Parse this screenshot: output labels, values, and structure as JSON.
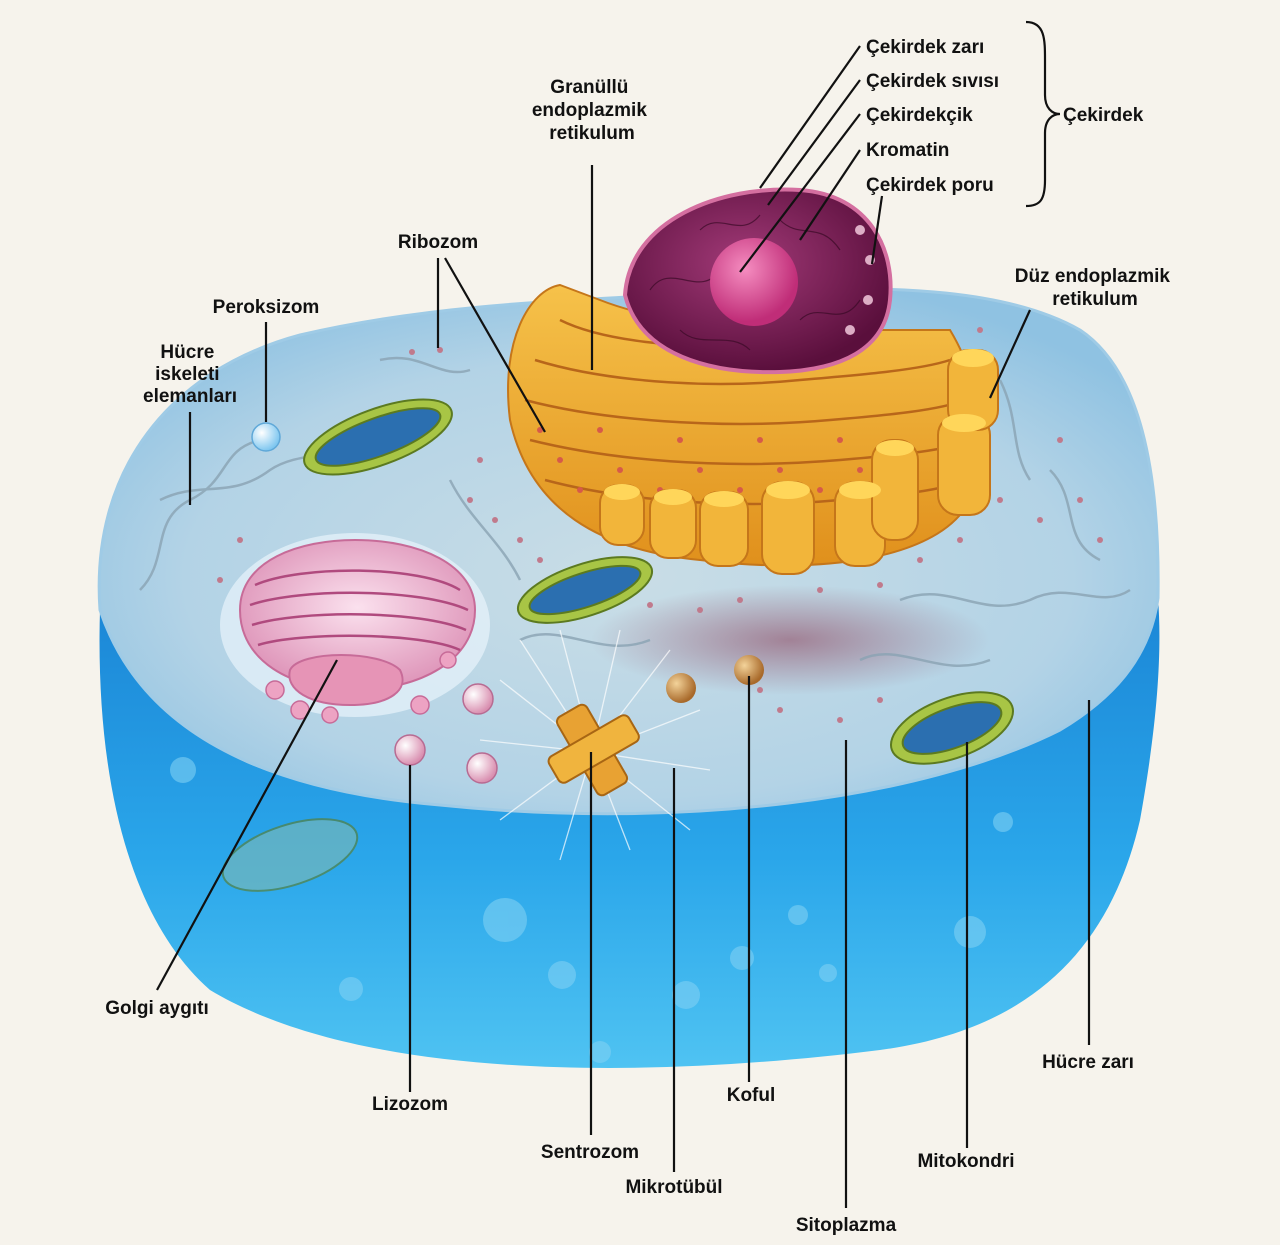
{
  "labels": {
    "cekirdek_zari": "Çekirdek zarı",
    "cekirdek_sivisi": "Çekirdek sıvısı",
    "cekirdekcik": "Çekirdekçik",
    "kromatin": "Kromatin",
    "cekirdek_poru": "Çekirdek poru",
    "cekirdek": "Çekirdek",
    "granullu_er": [
      "Granüllü",
      "endoplazmik",
      "retikulum"
    ],
    "duz_er": [
      "Düz endoplazmik",
      "retikulum"
    ],
    "ribozom": "Ribozom",
    "peroksizom": "Peroksizom",
    "hucre_iskeleti": [
      "Hücre",
      "iskeleti",
      "elemanları"
    ],
    "golgi": "Golgi aygıtı",
    "lizozom": "Lizozom",
    "sentrozom": "Sentrozom",
    "mikrotubul": "Mikrotübül",
    "koful": "Koful",
    "sitoplazma": "Sitoplazma",
    "mitokondri": "Mitokondri",
    "hucre_zari": "Hücre zarı"
  },
  "colors": {
    "background": "#f6f3ec",
    "membrane_blue": "#1f8fde",
    "cytoplasm": "#b9d8ea",
    "er_orange": "#f0a92a",
    "nucleus_purple": "#7b1f55",
    "nucleolus_pink": "#d9408e",
    "golgi_pink": "#e9a9c7",
    "mito_green": "#9ab83a"
  }
}
